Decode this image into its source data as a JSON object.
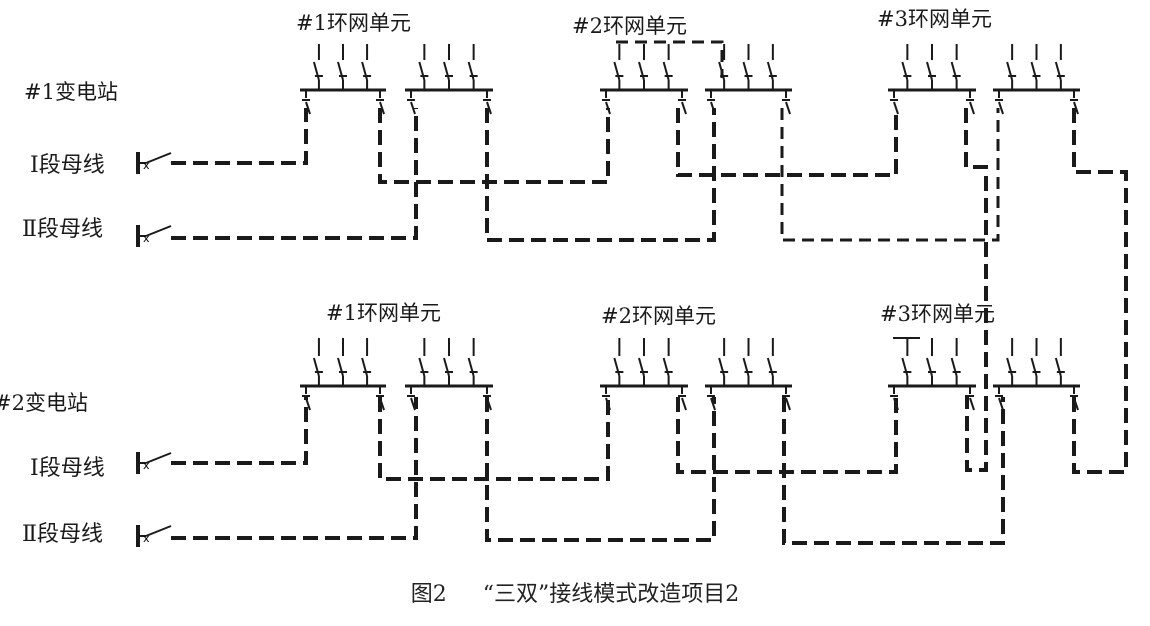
{
  "stations": [
    {
      "name": "#1变电站",
      "bus_labels": [
        "Ⅰ段母线",
        "Ⅱ段母线"
      ],
      "units": [
        "#1环网单元",
        "#2环网单元",
        "#3环网单元"
      ]
    },
    {
      "name": "#2变电站",
      "bus_labels": [
        "Ⅰ段母线",
        "Ⅱ段母线"
      ],
      "units": [
        "#1环网单元",
        "#2环网单元",
        "#3环网单元"
      ]
    }
  ],
  "caption": {
    "figure": "图2",
    "title": "“三双”接线模式改造项目2"
  }
}
